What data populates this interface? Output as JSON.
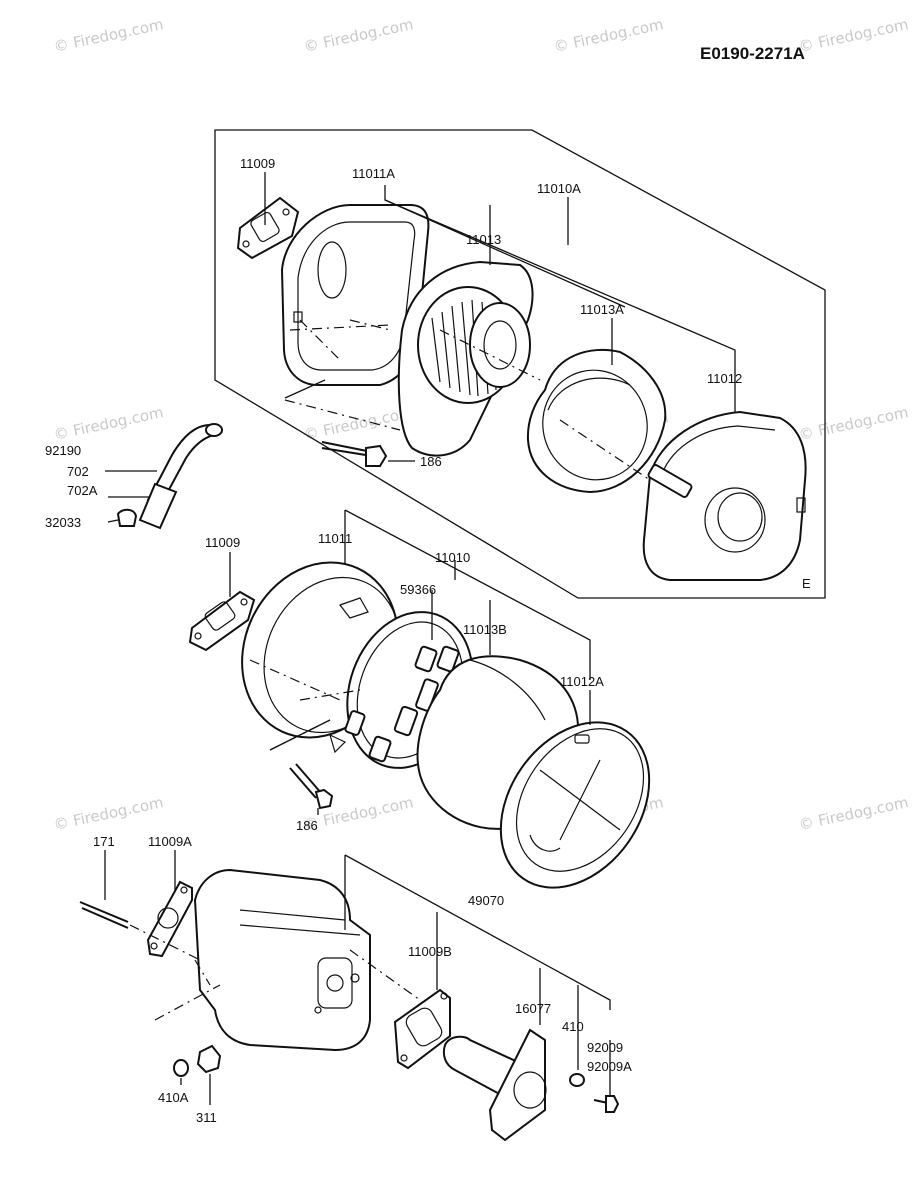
{
  "diagram_code": "E0190-2271A",
  "box_marker": "E",
  "watermark": "© Firedog.com",
  "labels": {
    "p11009_top": "11009",
    "p11011A": "11011A",
    "p11010A": "11010A",
    "p11013": "11013",
    "p11013A": "11013A",
    "p11012": "11012",
    "p186_top": "186",
    "p92190": "92190",
    "p702": "702",
    "p702A": "702A",
    "p32033": "32033",
    "p11009_mid": "11009",
    "p11011": "11011",
    "p11010": "11010",
    "p59366": "59366",
    "p11013B": "11013B",
    "p11012A": "11012A",
    "p186_mid": "186",
    "p171": "171",
    "p11009A": "11009A",
    "p49070": "49070",
    "p11009B": "11009B",
    "p16077": "16077",
    "p410": "410",
    "p92009": "92009",
    "p92009A": "92009A",
    "p410A": "410A",
    "p311": "311"
  }
}
